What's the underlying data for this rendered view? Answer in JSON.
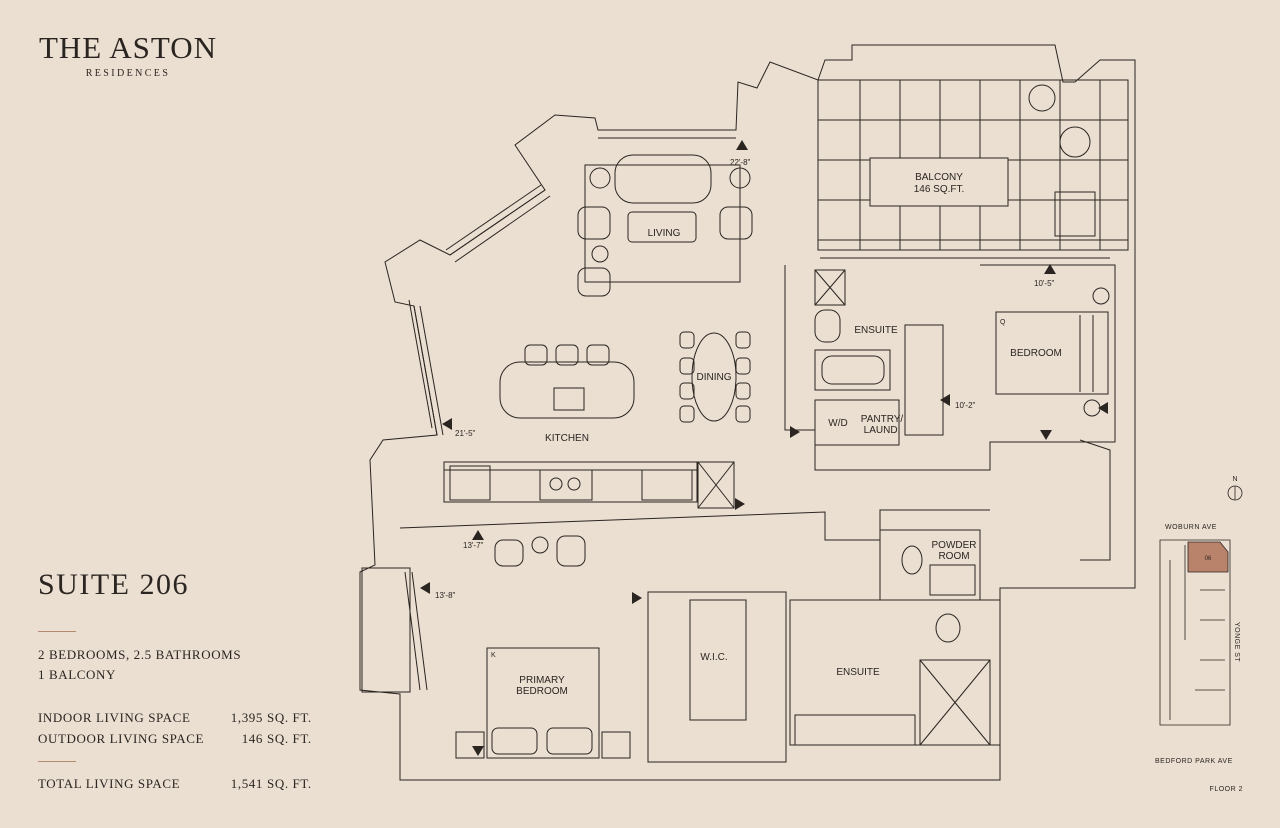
{
  "brand": {
    "name": "THE ASTON",
    "sub": "RESIDENCES"
  },
  "suite": {
    "title": "SUITE 206",
    "bedrooms_baths": "2 BEDROOMS, 2.5 BATHROOMS",
    "balcony": "1 BALCONY",
    "indoor": {
      "label": "INDOOR LIVING SPACE",
      "value": "1,395",
      "unit": "SQ. FT."
    },
    "outdoor": {
      "label": "OUTDOOR LIVING SPACE",
      "value": "146",
      "unit": "SQ. FT."
    },
    "total": {
      "label": "TOTAL LIVING SPACE",
      "value": "1,541",
      "unit": "SQ. FT."
    }
  },
  "rooms": {
    "living": "LIVING",
    "dining": "DINING",
    "kitchen": "KITCHEN",
    "balcony": "BALCONY",
    "balcony_area": "146 SQ.FT.",
    "ensuite_top": "ENSUITE",
    "bedroom": "BEDROOM",
    "bedroom_tag": "Q",
    "wd": "W/D",
    "pantry_1": "PANTRY/",
    "pantry_2": "LAUND.",
    "powder_1": "POWDER",
    "powder_2": "ROOM",
    "primary_1": "PRIMARY",
    "primary_2": "BEDROOM",
    "primary_tag": "K",
    "wic": "W.I.C.",
    "ensuite_bottom": "ENSUITE"
  },
  "dimensions": {
    "d1": "22'-8\"",
    "d2": "10'-5\"",
    "d3": "10'-2\"",
    "d4": "21'-5\"",
    "d5": "13'-7\"",
    "d6": "13'-8\""
  },
  "keyplan": {
    "north": "N",
    "unit": "06",
    "north_street": "WOBURN AVE",
    "east_street": "YONGE ST",
    "south_street": "BEDFORD PARK AVE",
    "floor": "FLOOR 2",
    "highlight_color": "#b9826a"
  },
  "colors": {
    "background": "#eadfd1",
    "ink": "#2b2521",
    "accent": "#b48a70"
  }
}
